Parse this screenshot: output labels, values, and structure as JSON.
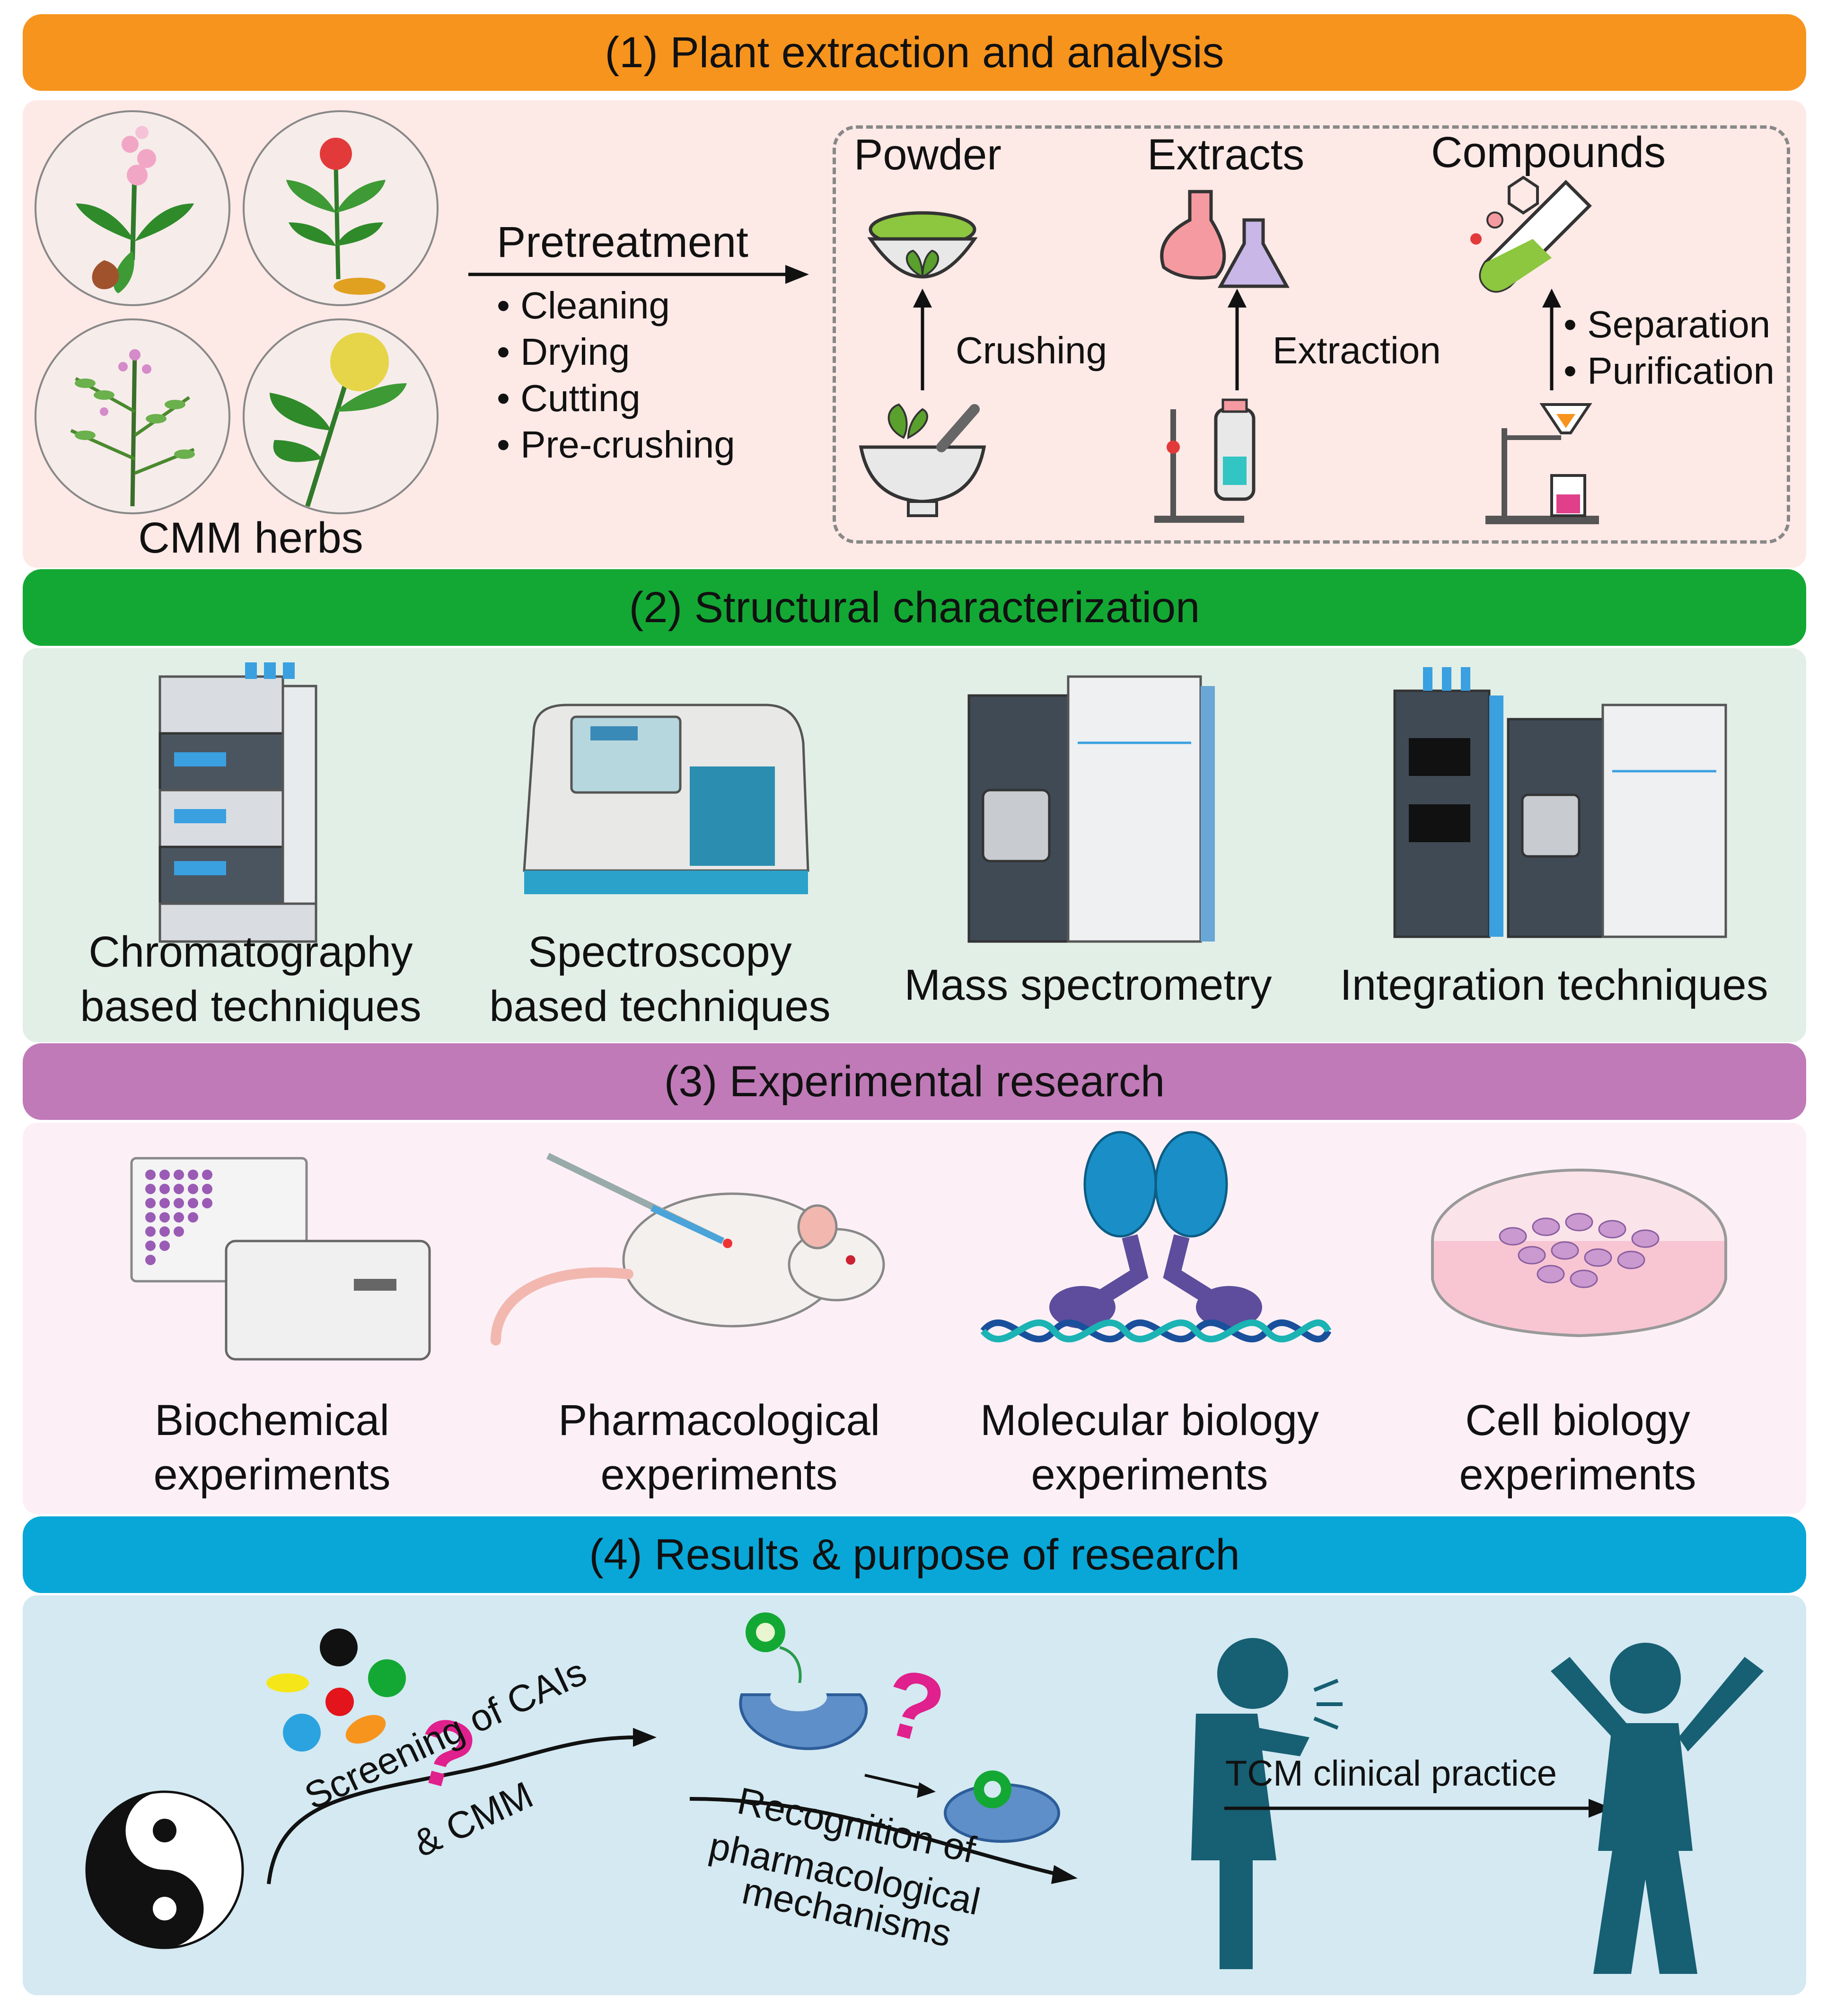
{
  "colors": {
    "section1_banner": "#f7941d",
    "section1_panel": "#fde9e6",
    "section2_banner": "#13a834",
    "section2_panel": "#e2efe7",
    "section3_banner": "#c07ab8",
    "section3_panel": "#fcf0f6",
    "section4_banner": "#08a7d8",
    "section4_panel": "#d4e9f2",
    "figure_teal": "#175f73"
  },
  "section1": {
    "title": "(1) Plant extraction and analysis",
    "herbs_label": "CMM herbs",
    "pretreatment_label": "Pretreatment",
    "pretreatment_steps": [
      "• Cleaning",
      "• Drying",
      "• Cutting",
      "• Pre-crushing"
    ],
    "powder_label": "Powder",
    "crushing_label": "Crushing",
    "extracts_label": "Extracts",
    "extraction_label": "Extraction",
    "compounds_label": "Compounds",
    "compound_steps": [
      "• Separation",
      "• Purification"
    ]
  },
  "section2": {
    "title": "(2) Structural characterization",
    "techniques": [
      {
        "line1": "Chromatography",
        "line2": "based techniques"
      },
      {
        "line1": "Spectroscopy",
        "line2": "based techniques"
      },
      {
        "line1": "Mass spectrometry",
        "line2": ""
      },
      {
        "line1": "Integration techniques",
        "line2": ""
      }
    ]
  },
  "section3": {
    "title": "(3) Experimental research",
    "experiments": [
      {
        "line1": "Biochemical",
        "line2": "experiments"
      },
      {
        "line1": "Pharmacological",
        "line2": "experiments"
      },
      {
        "line1": "Molecular biology",
        "line2": "experiments"
      },
      {
        "line1": "Cell biology",
        "line2": "experiments"
      }
    ]
  },
  "section4": {
    "title": "(4) Results & purpose of research",
    "screening_line1": "Screening of CAIs",
    "screening_line2": "& CMM",
    "recognition_line1": "Recognition of",
    "recognition_line2": "pharmacological",
    "recognition_line3": "mechanisms",
    "question_mark": "?",
    "tcm_label": "TCM clinical practice"
  }
}
